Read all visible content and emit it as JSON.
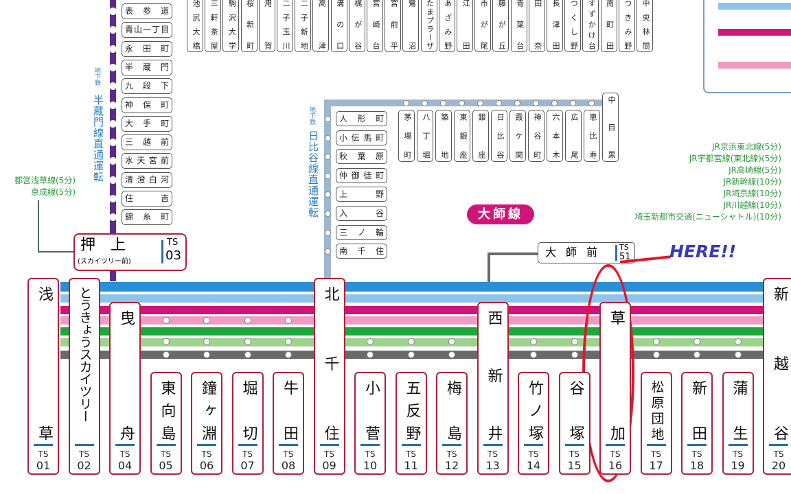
{
  "top_row_stations": [
    "池尻大橋",
    "三軒茶屋",
    "駒沢大学",
    "桜新町",
    "用賀",
    "二子玉川",
    "二子新地",
    "高津",
    "溝の口",
    "梶が谷",
    "宮崎台",
    "宮前平",
    "鷺沼",
    "たまプラーザ",
    "あざみ野",
    "江田",
    "市が尾",
    "藤が丘",
    "青葉台",
    "田奈",
    "長津田",
    "つくし野",
    "すずかけ台",
    "南町田",
    "つきみ野",
    "中央林間"
  ],
  "hanzomon": {
    "label_small": "地下鉄",
    "label": "半蔵門線直通運転",
    "stations": [
      "表参道",
      "青山一丁目",
      "永田町",
      "半蔵門",
      "九段下",
      "神保町",
      "大手町",
      "三越前",
      "水天宮前",
      "清澄白河",
      "住吉",
      "錦糸町"
    ]
  },
  "hibiya": {
    "label_small": "地下鉄",
    "label": "日比谷線直通運転",
    "left_stations": [
      "人形町",
      "小伝馬町",
      "秋葉原",
      "仲御徒町",
      "上野",
      "入谷",
      "三ノ輪",
      "南千住"
    ],
    "top_stations": [
      "茅場町",
      "八丁堀",
      "築地",
      "東銀座",
      "銀座",
      "日比谷",
      "霞ケ関",
      "神谷町",
      "六本木",
      "広尾",
      "恵比寿",
      "中目黒"
    ]
  },
  "oshiage": {
    "name": "押　上",
    "sub": "(スカイツリー前)",
    "code_prefix": "TS",
    "code_num": "03"
  },
  "asakusa_transfers": [
    "都営浅草線(5分)",
    "京成線(5分)"
  ],
  "jr_transfers": [
    "JR京浜東北線(5分)",
    "JR宇都宮線(東北線)(5分)",
    "JR高崎線(5分)",
    "JR新幹線(10分)",
    "JR埼京線(10分)",
    "JR川越線(10分)",
    "埼玉新都市交通(ニューシャトル)(10分)"
  ],
  "daishi_line": {
    "label": "大師線",
    "station": "大師前",
    "code_prefix": "TS",
    "code_num": "51"
  },
  "annotation": "HERE!!",
  "main_stations": [
    {
      "name": "浅草",
      "code": "01",
      "size": "tall"
    },
    {
      "name": "とうきょうスカイツリー",
      "code": "02",
      "size": "tall"
    },
    {
      "name": "曳舟",
      "code": "04",
      "size": "mid"
    },
    {
      "name": "東向島",
      "code": "05",
      "size": "short"
    },
    {
      "name": "鐘ヶ淵",
      "code": "06",
      "size": "short"
    },
    {
      "name": "堀切",
      "code": "07",
      "size": "short"
    },
    {
      "name": "牛田",
      "code": "08",
      "size": "short"
    },
    {
      "name": "北千住",
      "code": "09",
      "size": "tall"
    },
    {
      "name": "小菅",
      "code": "10",
      "size": "short"
    },
    {
      "name": "五反野",
      "code": "11",
      "size": "short"
    },
    {
      "name": "梅島",
      "code": "12",
      "size": "short"
    },
    {
      "name": "西新井",
      "code": "13",
      "size": "mid"
    },
    {
      "name": "竹ノ塚",
      "code": "14",
      "size": "short"
    },
    {
      "name": "谷塚",
      "code": "15",
      "size": "short"
    },
    {
      "name": "草加",
      "code": "16",
      "size": "mid"
    },
    {
      "name": "松原団地",
      "code": "17",
      "size": "short"
    },
    {
      "name": "新田",
      "code": "18",
      "size": "short"
    },
    {
      "name": "蒲生",
      "code": "19",
      "size": "short"
    },
    {
      "name": "新越谷",
      "code": "20",
      "size": "tall"
    }
  ],
  "code_prefix": "TS",
  "colors": {
    "line_blue": "#2a8fd6",
    "line_lightblue": "#8cc4ec",
    "line_magenta": "#d0157a",
    "line_pink": "#ee9cc4",
    "line_green": "#1ea83c",
    "line_lightgreen": "#9ed38e",
    "line_gray": "#6a6a6a",
    "hanzomon": "#5b2a8c",
    "hibiya": "#9fb7cc",
    "station_border": "#b0203a",
    "annotation_red": "#e0182a",
    "here_text": "#3a3ab8"
  }
}
